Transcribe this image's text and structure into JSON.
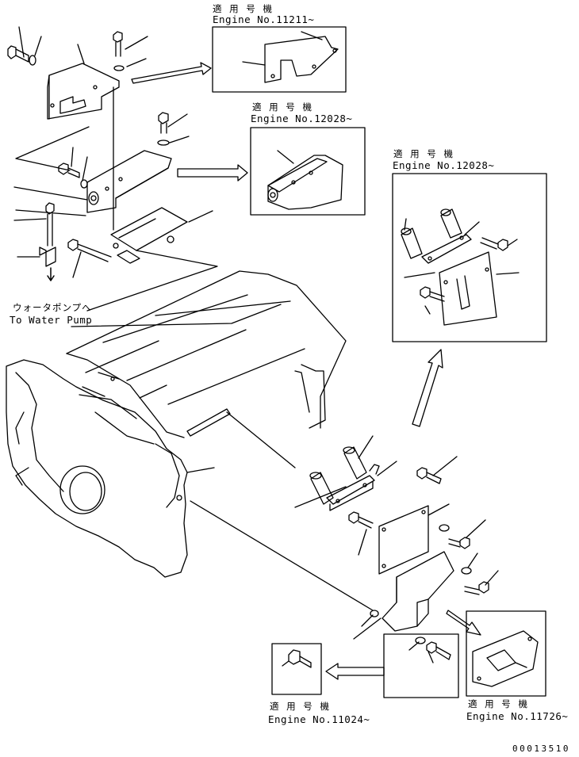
{
  "insets": [
    {
      "id": "11211",
      "applicable_jp": "適 用 号 機",
      "engine_no": "Engine No.11211~"
    },
    {
      "id": "12028a",
      "applicable_jp": "適 用 号 機",
      "engine_no": "Engine No.12028~"
    },
    {
      "id": "12028b",
      "applicable_jp": "適 用 号 機",
      "engine_no": "Engine No.12028~"
    },
    {
      "id": "11024",
      "applicable_jp": "適 用 号 機",
      "engine_no": "Engine No.11024~"
    },
    {
      "id": "11726",
      "applicable_jp": "適 用 号 機",
      "engine_no": "Engine No.11726~"
    }
  ],
  "water_pump": {
    "jp": "ウォータポンプへ",
    "en": "To Water Pump"
  },
  "drawing_id": "00013510"
}
